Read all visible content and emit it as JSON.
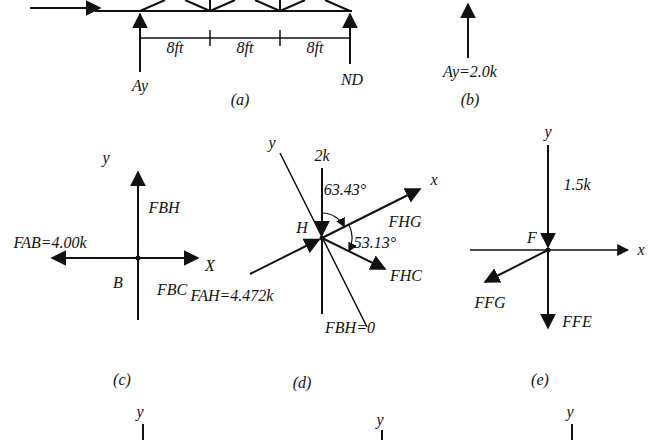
{
  "diagram": {
    "labels": [
      "8ft",
      "8ft",
      "8ft",
      "Ay",
      "ND",
      "(a)",
      "Ay=2.0k",
      "(b)",
      "y",
      "FBH",
      "FAB=4.00k",
      "B",
      "X",
      "FBC",
      "(c)",
      "y",
      "2k",
      "63.43°",
      "x",
      "H",
      "FHG",
      "53.13°",
      "FHC",
      "FAH=4.472k",
      "FBH=0",
      "(d)",
      "y",
      "1.5k",
      "F",
      "x",
      "FFG",
      "FFE",
      "(e)",
      "y",
      "y",
      "y"
    ]
  }
}
